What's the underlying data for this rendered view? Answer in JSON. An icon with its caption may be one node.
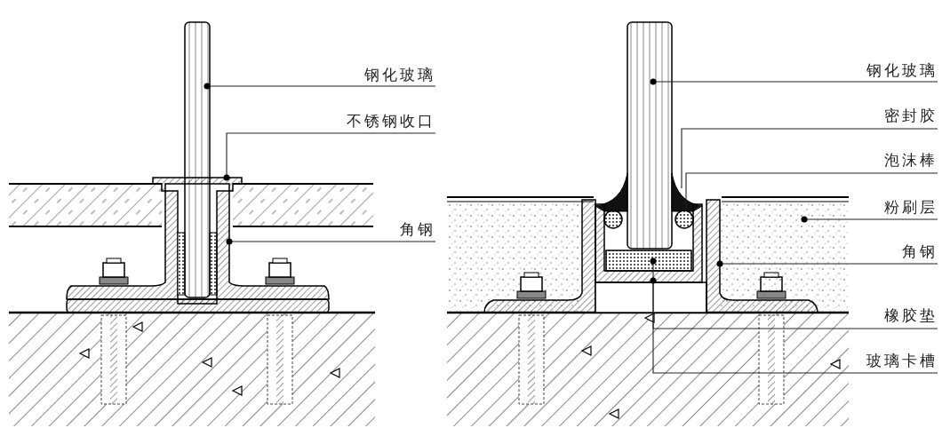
{
  "diagram": {
    "nodes": [
      {
        "text": [
          "钢化玻璃"
        ]
      },
      {
        "text": [
          "不锈钢收口"
        ]
      },
      {
        "text": [
          "角钢"
        ]
      },
      {
        "text": [
          "钢化玻璃"
        ]
      },
      {
        "text": [
          "密封胶"
        ]
      },
      {
        "text": [
          "泡沫棒"
        ]
      },
      {
        "text": [
          "粉刷层"
        ]
      },
      {
        "text": [
          "角钢"
        ]
      },
      {
        "text": [
          "橡胶垫"
        ]
      },
      {
        "text": [
          "玻璃卡槽"
        ]
      },
      {
        "text": [],
        "shape": "bar"
      },
      {
        "text": [],
        "shape": "box"
      },
      {
        "text": [],
        "shape": "box"
      },
      {
        "text": [],
        "shape": "bar"
      },
      {
        "text": [],
        "shape": "box"
      },
      {
        "text": [],
        "shape": "circle"
      },
      {
        "text": [],
        "shape": "box"
      },
      {
        "text": [],
        "shape": "box"
      },
      {
        "text": [],
        "shape": "box"
      },
      {
        "text": [],
        "shape": "box"
      }
    ],
    "edges": [
      {
        "from": 0,
        "to": 10,
        "arrow": "other"
      },
      {
        "from": 1,
        "to": 11,
        "arrow": "other"
      },
      {
        "from": 2,
        "to": 12,
        "arrow": "other"
      },
      {
        "from": 3,
        "to": 13,
        "arrow": "other"
      },
      {
        "from": 4,
        "to": 14,
        "arrow": "none"
      },
      {
        "from": 5,
        "to": 15,
        "arrow": "none"
      },
      {
        "from": 6,
        "to": 16,
        "arrow": "other"
      },
      {
        "from": 7,
        "to": 17,
        "arrow": "other"
      },
      {
        "from": 8,
        "to": 18,
        "arrow": "other"
      },
      {
        "from": 9,
        "to": 19,
        "arrow": "other"
      }
    ]
  }
}
